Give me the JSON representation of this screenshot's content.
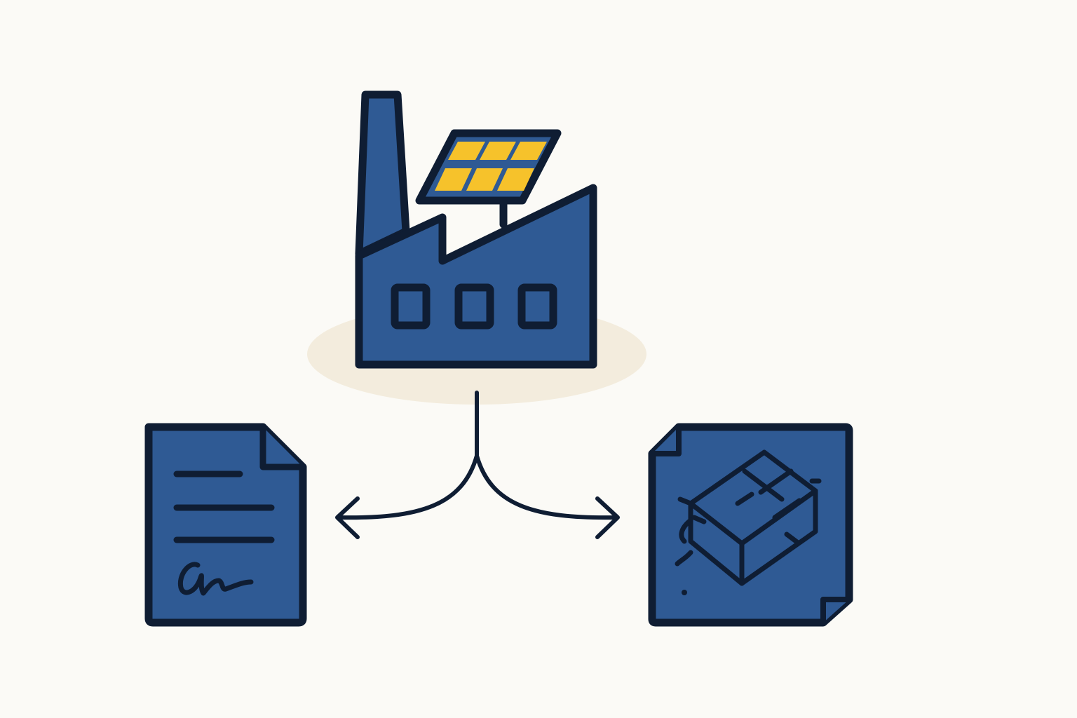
{
  "colors": {
    "background": "#fbfaf6",
    "shadow": "#f3ecdd",
    "fill": "#2f5a94",
    "outline": "#0f1d33",
    "solar_cells": "#f6c22b"
  },
  "nodes": [
    {
      "id": "factory",
      "icon": "factory-with-solar-panel-icon"
    },
    {
      "id": "document",
      "icon": "signed-document-icon"
    },
    {
      "id": "product",
      "icon": "product-blueprint-icon"
    }
  ],
  "connections": [
    {
      "from": "factory",
      "to": "document",
      "type": "arrow"
    },
    {
      "from": "factory",
      "to": "product",
      "type": "arrow"
    }
  ]
}
